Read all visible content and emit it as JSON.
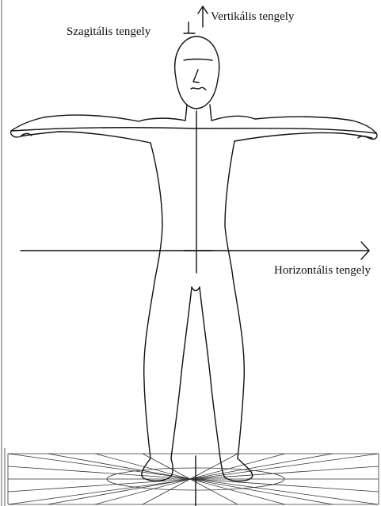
{
  "labels": {
    "sagittal": "Szagitális tengely",
    "vertical": "Vertikális tengely",
    "horizontal": "Horizontális tengely"
  },
  "colors": {
    "ink": "#111111",
    "background": "#ffffff"
  }
}
